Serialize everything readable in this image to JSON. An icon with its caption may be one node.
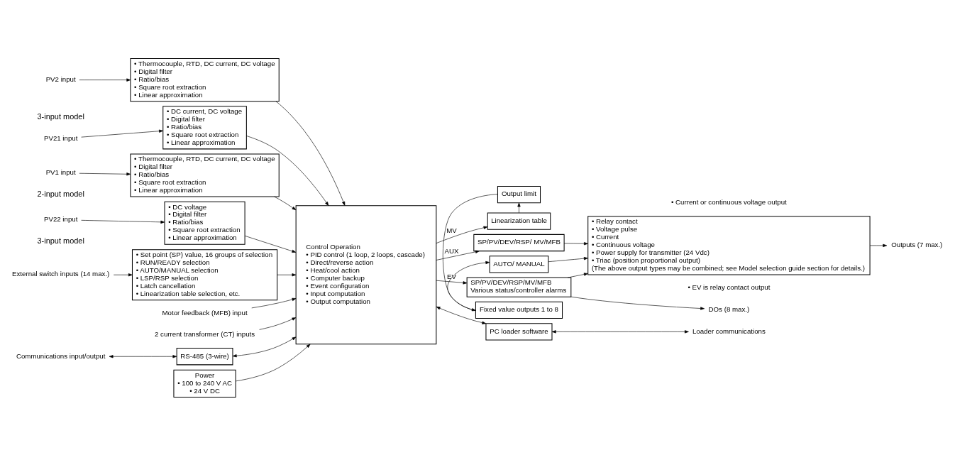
{
  "diagram": {
    "nodes": [
      {
        "text": [
          "PV1 input"
        ]
      },
      {
        "text": [
          "• Thermocouple, RTD, DC current, DC voltage",
          "• Digital filter",
          "• Ratio/bias",
          "• Square root extraction",
          "• Linear approximation"
        ]
      },
      {
        "text": [
          "PV2 input"
        ]
      },
      {
        "text": [
          "• Thermocouple, RTD, DC current, DC voltage",
          "• Digital filter",
          "• Ratio/bias",
          "• Square root extraction",
          "• Linear approximation"
        ]
      },
      {
        "text": [
          "PV21 input"
        ]
      },
      {
        "text": [
          "• DC current, DC voltage",
          "• Digital filter",
          "• Ratio/bias",
          "• Square root extraction",
          "• Linear approximation"
        ]
      },
      {
        "text": [
          "PV22 input"
        ]
      },
      {
        "text": [
          "• DC voltage",
          "• Digital filter",
          "• Ratio/bias",
          "• Square root extraction",
          "• Linear approximation"
        ]
      },
      {
        "text": [
          "External switch inputs (14 max.)"
        ]
      },
      {
        "text": [
          "• Set point (SP) value, 16 groups of selection",
          "• RUN/READY selection",
          "• AUTO/MANUAL selection",
          "• LSP/RSP selection",
          "• Latch cancellation",
          "• Linearization table selection, etc."
        ]
      },
      {
        "text": [
          "Motor feedback (MFB) input"
        ]
      },
      {
        "text": [
          "2 current transformer (CT) inputs"
        ]
      },
      {
        "text": [
          "Communications input/output"
        ]
      },
      {
        "text": [
          "RS-485 (3-wire)"
        ]
      },
      {
        "text": [
          "Control Operation",
          "• PID control (1 loop, 2 loops, cascade)",
          "• Direct/reverse action",
          "• Heat/cool action",
          "• Computer backup",
          "• Event configuration",
          "• Input computation",
          "• Output computation"
        ]
      },
      {
        "text": [
          "Linearization table"
        ]
      },
      {
        "text": [
          "Output limit"
        ]
      },
      {
        "text": [
          "Fixed value outputs 1 to 8"
        ]
      },
      {
        "text": [
          "AUTO/ MANUAL"
        ]
      },
      {
        "text": [
          "SP/PV/DEV/RSP/ MV/MFB"
        ]
      },
      {
        "text": [
          "• Relay contact",
          "• Voltage pulse",
          "• Current",
          "• Continuous voltage",
          "• Power supply for transmitter (24 Vdc)",
          "• Triac (position proportional output)",
          "(The above output types may be combined; see Model selection guide section for details.)"
        ]
      },
      {
        "text": [
          "Outputs (7 max.)"
        ]
      },
      {
        "text": [
          "SP/PV/DEV/RSP/MV/MFB",
          "Various status/controller alarms"
        ]
      },
      {
        "text": [
          "DOs (8 max.)"
        ]
      },
      {
        "text": [
          "PC loader software"
        ]
      },
      {
        "text": [
          "Loader communications"
        ]
      },
      {
        "text": [
          "Power",
          "• 100 to 240 V AC",
          "• 24 V DC"
        ]
      }
    ],
    "edges": [
      {
        "from": 0,
        "to": 1,
        "arrow": "to"
      },
      {
        "from": 1,
        "to": 14,
        "arrow": "to"
      },
      {
        "from": 2,
        "to": 3,
        "arrow": "to"
      },
      {
        "from": 3,
        "to": 14,
        "arrow": "to"
      },
      {
        "from": 4,
        "to": 5,
        "arrow": "to"
      },
      {
        "from": 5,
        "to": 14,
        "arrow": "to"
      },
      {
        "from": 6,
        "to": 7,
        "arrow": "to"
      },
      {
        "from": 7,
        "to": 14,
        "arrow": "to"
      },
      {
        "from": 8,
        "to": 9,
        "arrow": "to"
      },
      {
        "from": 9,
        "to": 14,
        "arrow": "to"
      },
      {
        "from": 10,
        "to": 14,
        "arrow": "to"
      },
      {
        "from": 11,
        "to": 14,
        "arrow": "to"
      },
      {
        "from": 13,
        "to": 12,
        "arrow": "both"
      },
      {
        "from": 14,
        "to": 13,
        "arrow": "both"
      },
      {
        "from": 14,
        "to": 15,
        "arrow": "to",
        "label": "MV"
      },
      {
        "from": 15,
        "to": 16,
        "arrow": "to"
      },
      {
        "from": 16,
        "to": 17,
        "arrow": "to"
      },
      {
        "from": 17,
        "to": 18,
        "arrow": "to"
      },
      {
        "from": 18,
        "to": 20,
        "arrow": "to"
      },
      {
        "from": 14,
        "to": 19,
        "arrow": "to",
        "label": "AUX"
      },
      {
        "from": 19,
        "to": 20,
        "arrow": "to"
      },
      {
        "from": 20,
        "to": 21,
        "arrow": "to"
      },
      {
        "from": 14,
        "to": 22,
        "arrow": "to",
        "label": "EV"
      },
      {
        "from": 22,
        "to": 20,
        "arrow": "to"
      },
      {
        "from": 22,
        "to": 23,
        "arrow": "to"
      },
      {
        "from": 24,
        "to": 14,
        "arrow": "both"
      },
      {
        "from": 24,
        "to": 25,
        "arrow": "both"
      },
      {
        "from": 26,
        "to": 14,
        "arrow": "to"
      }
    ],
    "labels": [
      "2-input model",
      "3-input model",
      "3-input model",
      "• Current or continuous voltage output",
      "• EV is relay contact output"
    ]
  }
}
